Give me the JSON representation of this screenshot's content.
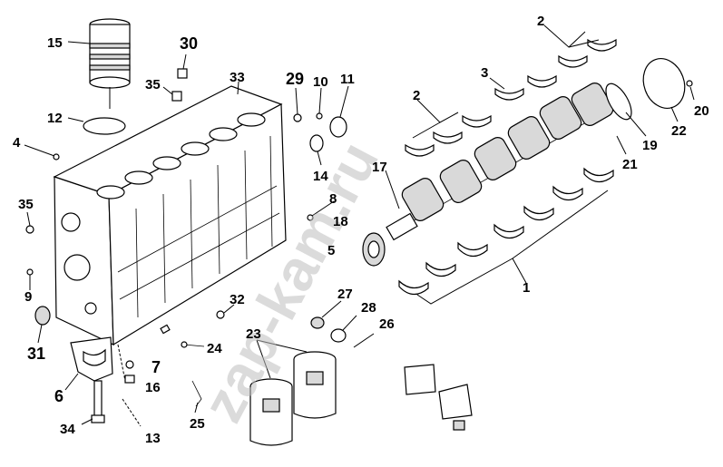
{
  "diagram": {
    "watermark": "zap-kam.ru",
    "callouts": [
      {
        "id": "c15",
        "text": "15"
      },
      {
        "id": "c30",
        "text": "30"
      },
      {
        "id": "c35a",
        "text": "35"
      },
      {
        "id": "c33",
        "text": "33"
      },
      {
        "id": "c29",
        "text": "29"
      },
      {
        "id": "c10",
        "text": "10"
      },
      {
        "id": "c11",
        "text": "11"
      },
      {
        "id": "c12",
        "text": "12"
      },
      {
        "id": "c4",
        "text": "4"
      },
      {
        "id": "c14",
        "text": "14"
      },
      {
        "id": "c35b",
        "text": "35"
      },
      {
        "id": "c8",
        "text": "8"
      },
      {
        "id": "c18",
        "text": "18"
      },
      {
        "id": "c5",
        "text": "5"
      },
      {
        "id": "c9",
        "text": "9"
      },
      {
        "id": "c31",
        "text": "31"
      },
      {
        "id": "c32",
        "text": "32"
      },
      {
        "id": "c27",
        "text": "27"
      },
      {
        "id": "c28",
        "text": "28"
      },
      {
        "id": "c26",
        "text": "26"
      },
      {
        "id": "c23",
        "text": "23"
      },
      {
        "id": "c24",
        "text": "24"
      },
      {
        "id": "c7",
        "text": "7"
      },
      {
        "id": "c6",
        "text": "6"
      },
      {
        "id": "c16",
        "text": "16"
      },
      {
        "id": "c25",
        "text": "25"
      },
      {
        "id": "c34",
        "text": "34"
      },
      {
        "id": "c13",
        "text": "13"
      },
      {
        "id": "c2a",
        "text": "2"
      },
      {
        "id": "c3",
        "text": "3"
      },
      {
        "id": "c2b",
        "text": "2"
      },
      {
        "id": "c17",
        "text": "17"
      },
      {
        "id": "c20",
        "text": "20"
      },
      {
        "id": "c22",
        "text": "22"
      },
      {
        "id": "c19",
        "text": "19"
      },
      {
        "id": "c21",
        "text": "21"
      },
      {
        "id": "c1",
        "text": "1"
      }
    ]
  }
}
